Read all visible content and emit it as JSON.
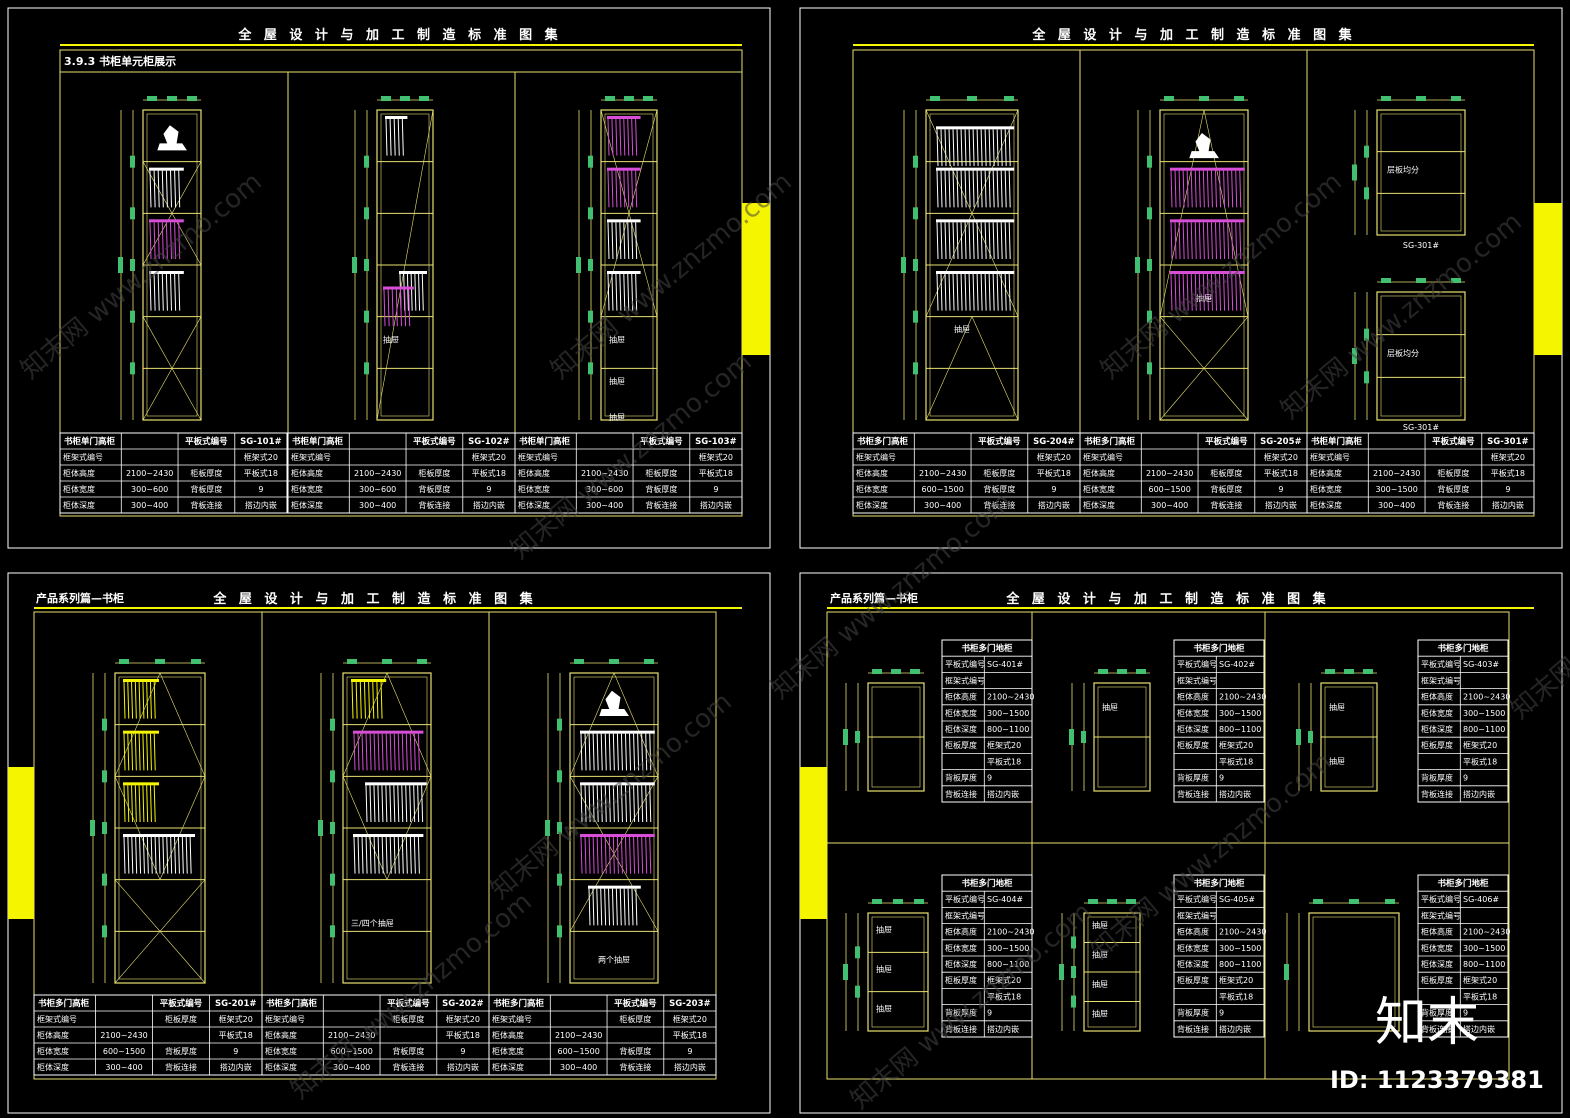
{
  "title": "全 屋 设 计 与 加 工 制 造 标 准 图 集",
  "series_label": "产品系列篇—书柜",
  "section_label": "3.9.3  书柜单元柜展示",
  "watermark": "知末网 www.znzmo.com",
  "brand": "知末",
  "id_text": "ID: 1123379381",
  "colors": {
    "frame": "#e8e070",
    "accent": "#f5f500",
    "books": "#d84ed8",
    "dim": "#40c070",
    "border": "#ffffff"
  },
  "sheets": [
    {
      "id": "sheet-1",
      "cabinets": [
        {
          "labels": [],
          "table": {
            "name": "书柜单门高柜",
            "code_label": "平板式编号",
            "code": "SG-101#",
            "rows": [
              [
                "框架式编号",
                "",
                "",
                "框架式20"
              ],
              [
                "柜体高度",
                "2100~2430",
                "柜板厚度",
                "平板式18"
              ],
              [
                "柜体宽度",
                "300~600",
                "背板厚度",
                "9"
              ],
              [
                "柜体深度",
                "300~400",
                "背板连接",
                "搭边内嵌"
              ]
            ]
          }
        },
        {
          "labels": [
            "抽屉"
          ],
          "table": {
            "name": "书柜单门高柜",
            "code_label": "平板式编号",
            "code": "SG-102#",
            "rows": [
              [
                "框架式编号",
                "",
                "",
                "框架式20"
              ],
              [
                "柜体高度",
                "2100~2430",
                "柜板厚度",
                "平板式18"
              ],
              [
                "柜体宽度",
                "300~600",
                "背板厚度",
                "9"
              ],
              [
                "柜体深度",
                "300~400",
                "背板连接",
                "搭边内嵌"
              ]
            ]
          }
        },
        {
          "labels": [
            "抽屉",
            "抽屉",
            "抽屉"
          ],
          "table": {
            "name": "书柜单门高柜",
            "code_label": "平板式编号",
            "code": "SG-103#",
            "rows": [
              [
                "框架式编号",
                "",
                "",
                "框架式20"
              ],
              [
                "柜体高度",
                "2100~2430",
                "柜板厚度",
                "平板式18"
              ],
              [
                "柜体宽度",
                "300~600",
                "背板厚度",
                "9"
              ],
              [
                "柜体深度",
                "300~400",
                "背板连接",
                "搭边内嵌"
              ]
            ]
          }
        }
      ]
    },
    {
      "id": "sheet-2",
      "cabinets": [
        {
          "labels": [
            "抽屉"
          ],
          "table": {
            "name": "书柜多门高柜",
            "code_label": "平板式编号",
            "code": "SG-204#",
            "rows": [
              [
                "框架式编号",
                "",
                "",
                "框架式20"
              ],
              [
                "柜体高度",
                "2100~2430",
                "柜板厚度",
                "平板式18"
              ],
              [
                "柜体宽度",
                "600~1500",
                "背板厚度",
                "9"
              ],
              [
                "柜体深度",
                "300~400",
                "背板连接",
                "搭边内嵌"
              ]
            ]
          }
        },
        {
          "labels": [
            "抽屉"
          ],
          "table": {
            "name": "书柜多门高柜",
            "code_label": "平板式编号",
            "code": "SG-205#",
            "rows": [
              [
                "框架式编号",
                "",
                "",
                "框架式20"
              ],
              [
                "柜体高度",
                "2100~2430",
                "柜板厚度",
                "平板式18"
              ],
              [
                "柜体宽度",
                "600~1500",
                "背板厚度",
                "9"
              ],
              [
                "柜体深度",
                "300~400",
                "背板连接",
                "搭边内嵌"
              ]
            ]
          }
        },
        {
          "labels": [
            "层板均分",
            "SG-301#",
            "层板均分",
            "SG-301#"
          ],
          "table": {
            "name": "书柜单门高柜",
            "code_label": "平板式编号",
            "code": "SG-301#",
            "rows": [
              [
                "框架式编号",
                "",
                "",
                "框架式20"
              ],
              [
                "柜体高度",
                "2100~2430",
                "柜板厚度",
                "平板式18"
              ],
              [
                "柜体宽度",
                "300~1500",
                "背板厚度",
                "9"
              ],
              [
                "柜体深度",
                "300~400",
                "背板连接",
                "搭边内嵌"
              ]
            ]
          }
        }
      ]
    },
    {
      "id": "sheet-3",
      "cabinets": [
        {
          "labels": [],
          "table": {
            "name": "书柜多门高柜",
            "code_label": "平板式编号",
            "code": "SG-201#",
            "rows": [
              [
                "框架式编号",
                "",
                "柜板厚度",
                "框架式20"
              ],
              [
                "柜体高度",
                "2100~2430",
                "",
                "平板式18"
              ],
              [
                "柜体宽度",
                "600~1500",
                "背板厚度",
                "9"
              ],
              [
                "柜体深度",
                "300~400",
                "背板连接",
                "搭边内嵌"
              ]
            ]
          }
        },
        {
          "labels": [
            "三/四个抽屉"
          ],
          "table": {
            "name": "书柜多门高柜",
            "code_label": "平板式编号",
            "code": "SG-202#",
            "rows": [
              [
                "框架式编号",
                "",
                "柜板厚度",
                "框架式20"
              ],
              [
                "柜体高度",
                "2100~2430",
                "",
                "平板式18"
              ],
              [
                "柜体宽度",
                "600~1500",
                "背板厚度",
                "9"
              ],
              [
                "柜体深度",
                "300~400",
                "背板连接",
                "搭边内嵌"
              ]
            ]
          }
        },
        {
          "labels": [
            "两个抽屉"
          ],
          "table": {
            "name": "书柜多门高柜",
            "code_label": "平板式编号",
            "code": "SG-203#",
            "rows": [
              [
                "框架式编号",
                "",
                "柜板厚度",
                "框架式20"
              ],
              [
                "柜体高度",
                "2100~2430",
                "",
                "平板式18"
              ],
              [
                "柜体宽度",
                "600~1500",
                "背板厚度",
                "9"
              ],
              [
                "柜体深度",
                "300~400",
                "背板连接",
                "搭边内嵌"
              ]
            ]
          }
        }
      ]
    },
    {
      "id": "sheet-4",
      "cabinets": [
        {
          "labels": [],
          "table": {
            "name": "书柜多门地柜",
            "code_label": "平板式编号",
            "code": "SG-401#",
            "rows": [
              [
                "框架式编号",
                ""
              ],
              [
                "柜体高度",
                "2100~2430"
              ],
              [
                "柜体宽度",
                "300~1500"
              ],
              [
                "柜体深度",
                "800~1100"
              ],
              [
                "柜板厚度",
                "框架式20"
              ],
              [
                "",
                "平板式18"
              ],
              [
                "背板厚度",
                "9"
              ],
              [
                "背板连接",
                "搭边内嵌"
              ]
            ]
          }
        },
        {
          "labels": [
            "抽屉"
          ],
          "table": {
            "name": "书柜多门地柜",
            "code_label": "平板式编号",
            "code": "SG-402#",
            "rows": [
              [
                "框架式编号",
                ""
              ],
              [
                "柜体高度",
                "2100~2430"
              ],
              [
                "柜体宽度",
                "300~1500"
              ],
              [
                "柜体深度",
                "800~1100"
              ],
              [
                "柜板厚度",
                "框架式20"
              ],
              [
                "",
                "平板式18"
              ],
              [
                "背板厚度",
                "9"
              ],
              [
                "背板连接",
                "搭边内嵌"
              ]
            ]
          }
        },
        {
          "labels": [
            "抽屉",
            "抽屉"
          ],
          "table": {
            "name": "书柜多门地柜",
            "code_label": "平板式编号",
            "code": "SG-403#",
            "rows": [
              [
                "框架式编号",
                ""
              ],
              [
                "柜体高度",
                "2100~2430"
              ],
              [
                "柜体宽度",
                "300~1500"
              ],
              [
                "柜体深度",
                "800~1100"
              ],
              [
                "柜板厚度",
                "框架式20"
              ],
              [
                "",
                "平板式18"
              ],
              [
                "背板厚度",
                "9"
              ],
              [
                "背板连接",
                "搭边内嵌"
              ]
            ]
          }
        },
        {
          "labels": [
            "抽屉",
            "抽屉",
            "抽屉"
          ],
          "table": {
            "name": "书柜多门地柜",
            "code_label": "平板式编号",
            "code": "SG-404#",
            "rows": [
              [
                "框架式编号",
                ""
              ],
              [
                "柜体高度",
                "2100~2430"
              ],
              [
                "柜体宽度",
                "300~1500"
              ],
              [
                "柜体深度",
                "800~1100"
              ],
              [
                "柜板厚度",
                "框架式20"
              ],
              [
                "",
                "平板式18"
              ],
              [
                "背板厚度",
                "9"
              ],
              [
                "背板连接",
                "搭边内嵌"
              ]
            ]
          }
        },
        {
          "labels": [
            "抽屉",
            "抽屉",
            "抽屉",
            "抽屉"
          ],
          "table": {
            "name": "书柜多门地柜",
            "code_label": "平板式编号",
            "code": "SG-405#",
            "rows": [
              [
                "框架式编号",
                ""
              ],
              [
                "柜体高度",
                "2100~2430"
              ],
              [
                "柜体宽度",
                "300~1500"
              ],
              [
                "柜体深度",
                "800~1100"
              ],
              [
                "柜板厚度",
                "框架式20"
              ],
              [
                "",
                "平板式18"
              ],
              [
                "背板厚度",
                "9"
              ],
              [
                "背板连接",
                "搭边内嵌"
              ]
            ]
          }
        },
        {
          "labels": [],
          "table": {
            "name": "书柜多门地柜",
            "code_label": "平板式编号",
            "code": "SG-406#",
            "rows": [
              [
                "框架式编号",
                ""
              ],
              [
                "柜体高度",
                "2100~2430"
              ],
              [
                "柜体宽度",
                "300~1500"
              ],
              [
                "柜体深度",
                "800~1100"
              ],
              [
                "柜板厚度",
                "框架式20"
              ],
              [
                "",
                "平板式18"
              ],
              [
                "背板厚度",
                "9"
              ],
              [
                "背板连接",
                "搭边内嵌"
              ]
            ]
          }
        }
      ]
    }
  ]
}
